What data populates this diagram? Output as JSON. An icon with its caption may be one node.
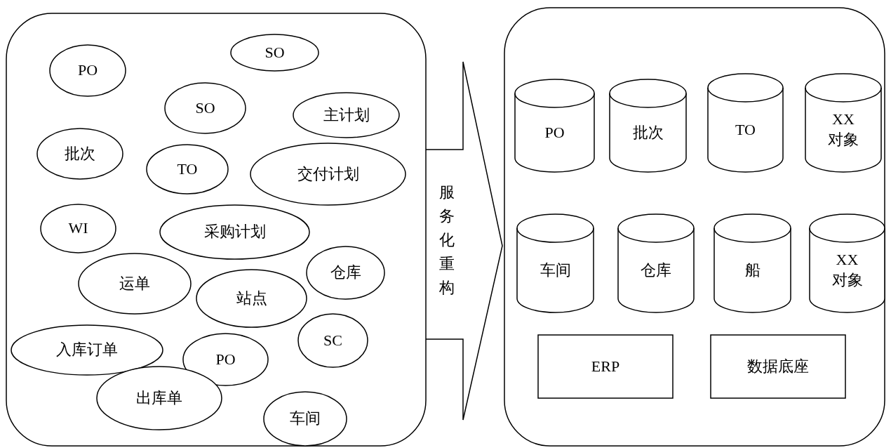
{
  "diagram": {
    "nodes": [
      {
        "text": [],
        "shape": "box"
      },
      {
        "text": [
          "PO"
        ],
        "in": 0
      },
      {
        "text": [
          "SO"
        ],
        "in": 0
      },
      {
        "text": [
          "SO"
        ],
        "in": 0
      },
      {
        "text": [
          "主计划"
        ],
        "in": 0
      },
      {
        "text": [
          "批次"
        ],
        "in": 0
      },
      {
        "text": [
          "TO"
        ],
        "in": 0
      },
      {
        "text": [
          "交付计划"
        ],
        "in": 0
      },
      {
        "text": [
          "WI"
        ],
        "in": 0
      },
      {
        "text": [
          "采购计划"
        ],
        "in": 0
      },
      {
        "text": [
          "仓库"
        ],
        "in": 0
      },
      {
        "text": [
          "运单"
        ],
        "in": 0
      },
      {
        "text": [
          "站点"
        ],
        "in": 0
      },
      {
        "text": [
          "SC"
        ],
        "in": 0
      },
      {
        "text": [
          "入库订单"
        ],
        "in": 0
      },
      {
        "text": [
          "PO"
        ],
        "in": 0
      },
      {
        "text": [
          "出库单"
        ],
        "in": 0
      },
      {
        "text": [
          "车间"
        ],
        "in": 0
      },
      {
        "text": [],
        "shape": "box"
      },
      {
        "text": [
          "PO"
        ],
        "in": 18
      },
      {
        "text": [
          "批次"
        ],
        "in": 18
      },
      {
        "text": [
          "TO"
        ],
        "in": 18
      },
      {
        "text": [
          "XX对象"
        ],
        "in": 18
      },
      {
        "text": [
          "车间"
        ],
        "in": 18
      },
      {
        "text": [
          "仓库"
        ],
        "in": 18
      },
      {
        "text": [
          "船"
        ],
        "in": 18
      },
      {
        "text": [
          "XX对象"
        ],
        "in": 18
      },
      {
        "text": [
          "ERP"
        ],
        "in": 18
      },
      {
        "text": [
          "数据底座"
        ],
        "in": 18
      }
    ],
    "edges": [
      {
        "from": 0,
        "to": 18,
        "arrow": "to",
        "label": "服务化重构"
      }
    ]
  }
}
